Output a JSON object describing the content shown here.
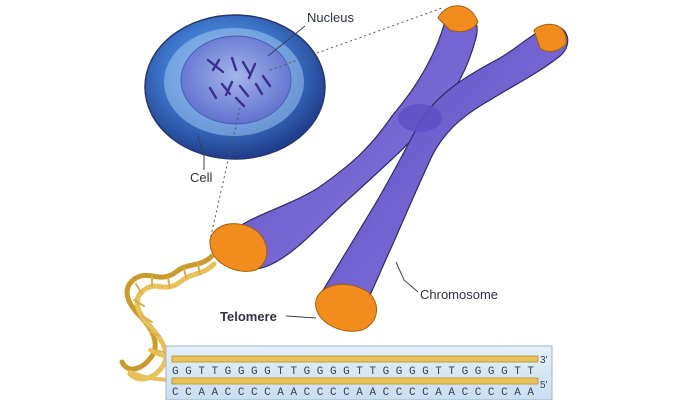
{
  "labels": {
    "nucleus": "Nucleus",
    "cell": "Cell",
    "telomere": "Telomere",
    "chromosome": "Chromosome"
  },
  "dna": {
    "top_strand": "G G T T G G G G T T G G G G T T G G G G T T G G G G T T",
    "bottom_strand": "C C A A C C C C A A C C C C A A C C C C A A C C C C A A",
    "top_end": "3'",
    "bottom_end": "5'"
  },
  "colors": {
    "chromosome": "#6d5fc9",
    "telomere": "#f28c1c",
    "dna_backbone": "#e8c15a",
    "panel": "#d7e9f7",
    "cell_outer": "#3a5fb8"
  }
}
